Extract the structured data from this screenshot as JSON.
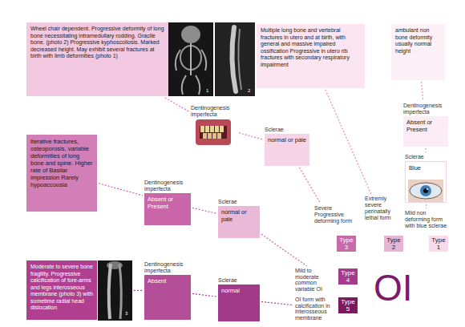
{
  "diagram": {
    "nodes": [
      {
        "text": [
          "Wheel chair dependent. Progressive deformity of long bone necessitating intramedullary rodding. Gracile bone. (photo 2) Progressive kyphoscoliosis. Marked decreased height. May exhibit several fractures at birth with limb deformities (photo 1)"
        ]
      },
      {
        "text": [
          "Multiple long bone and vertebral fractures in utero and at birth, with general and massive impaired ossification Progressive in utero rib fractures with secondary respiratory impairment"
        ]
      },
      {
        "text": [
          "ambulant non bone deformity usually normal height"
        ]
      },
      {
        "text": [
          "Dentinogenesis imperfecta"
        ]
      },
      {
        "text": [
          "Dentinogenesis imperfecta",
          "Absent or Present"
        ]
      },
      {
        "text": [
          "Sclerae",
          "normal or pale"
        ]
      },
      {
        "text": [
          "Sclerae",
          "Blue"
        ]
      },
      {
        "text": [
          "Iterative fractures, osteoporosis, variable deformities of long bone and spine. Higher rate of Basilar impression Rarely hypoaccousia"
        ]
      },
      {
        "text": [
          "Dentinogenesis imperfecta",
          "Absent or Present"
        ]
      },
      {
        "text": [
          "Sclerae",
          "normal or pale"
        ]
      },
      {
        "text": [
          "Severe Progressive deforming form",
          "Type 3"
        ]
      },
      {
        "text": [
          "Extremly severe perinatally lethal form",
          "Type 2"
        ]
      },
      {
        "text": [
          "Mild non deforming form with blue sclerae",
          "Type 1"
        ]
      },
      {
        "text": [
          "Mild to moderate common variable OI",
          "Type 4"
        ]
      },
      {
        "text": [
          "OI form with calcification in interosseous membrane",
          "Type 5"
        ]
      },
      {
        "text": [
          "Moderate to severe bone fragility. Progressive calcification of fore-arms and legs interosseous membrane (photo 3) with sometime radial head dislocation"
        ]
      },
      {
        "text": [
          "Dentinogenesis imperfecta",
          "Absent"
        ]
      },
      {
        "text": [
          "Sclerae",
          "normal"
        ]
      }
    ],
    "edges": [
      {
        "from": 0,
        "to": 3,
        "arrow": "none"
      },
      {
        "from": 3,
        "to": 5,
        "arrow": "none"
      },
      {
        "from": 5,
        "to": 10,
        "arrow": "none"
      },
      {
        "from": 1,
        "to": 11,
        "arrow": "none"
      },
      {
        "from": 2,
        "to": 4,
        "arrow": "none"
      },
      {
        "from": 4,
        "to": 6,
        "arrow": "none"
      },
      {
        "from": 6,
        "to": 12,
        "arrow": "none"
      },
      {
        "from": 7,
        "to": 8,
        "arrow": "none"
      },
      {
        "from": 8,
        "to": 9,
        "arrow": "none"
      },
      {
        "from": 9,
        "to": 13,
        "arrow": "none"
      },
      {
        "from": 15,
        "to": 16,
        "arrow": "none"
      },
      {
        "from": 16,
        "to": 17,
        "arrow": "none"
      },
      {
        "from": 17,
        "to": 14,
        "arrow": "none"
      }
    ],
    "labels": [
      "1",
      "2",
      "3",
      "OI"
    ]
  }
}
